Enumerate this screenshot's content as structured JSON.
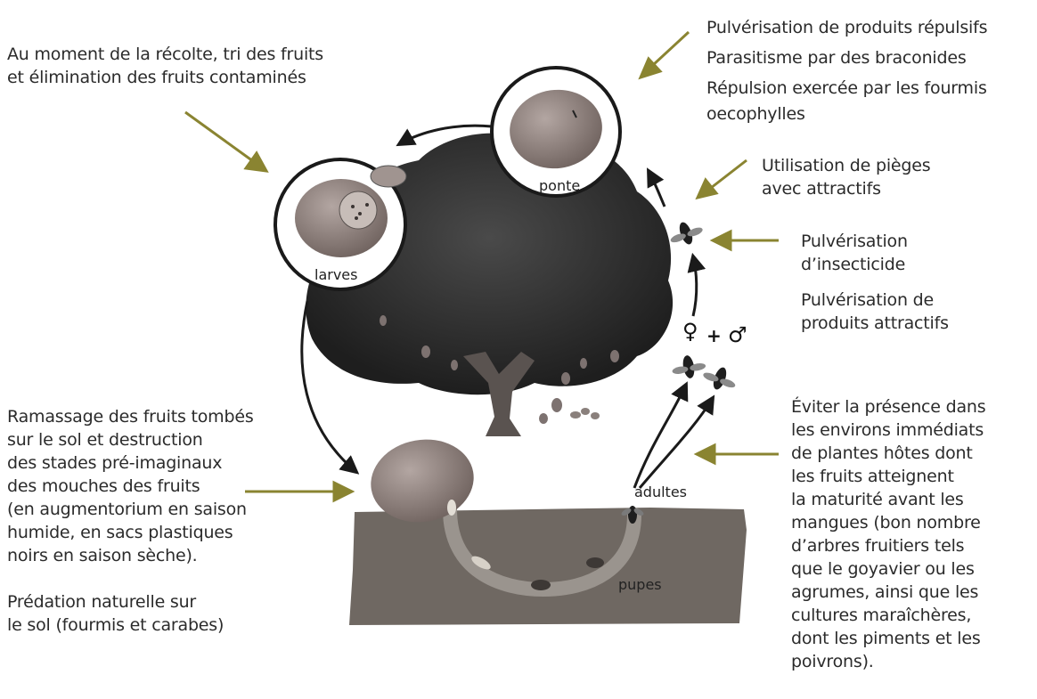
{
  "stages": {
    "ponte": "ponte",
    "larves": "larves",
    "adultes": "adultes",
    "pupes": "pupes",
    "female_symbol": "♀",
    "plus": "+",
    "male_symbol": "♂"
  },
  "annotations": {
    "harvest": {
      "lines": [
        "Au moment de la récolte, tri des fruits",
        "et élimination des fruits contaminés"
      ]
    },
    "egg_laying": {
      "lines": [
        "Pulvérisation de produits répulsifs",
        "Parasitisme par des braconides",
        "Répulsion exercée par les fourmis",
        "oecophylles"
      ]
    },
    "traps": {
      "lines": [
        "Utilisation de pièges",
        "avec attractifs"
      ]
    },
    "insecticide": {
      "lines": [
        "Pulvérisation",
        "d’insecticide"
      ]
    },
    "attractants": {
      "lines": [
        "Pulvérisation de",
        "produits attractifs"
      ]
    },
    "fallen_fruit": {
      "lines": [
        "Ramassage des fruits tombés",
        "sur le sol et destruction",
        "des stades pré-imaginaux",
        "des mouches des fruits",
        "(en augmentorium en saison",
        "humide, en sacs plastiques",
        "noirs en saison sèche)."
      ]
    },
    "predation": {
      "lines": [
        "Prédation naturelle sur",
        "le sol (fourmis et carabes)"
      ]
    },
    "host_plants": {
      "lines": [
        "Éviter la présence dans",
        "les environs immédiats",
        "de plantes hôtes dont",
        "les fruits atteignent",
        "la maturité avant les",
        "mangues (bon nombre",
        "d’arbres fruitiers tels",
        "que le goyavier ou les",
        "agrumes, ainsi que les",
        "cultures maraîchères,",
        "dont les piments et les",
        "poivrons)."
      ]
    }
  },
  "colors": {
    "annotation_arrow": "#8a8431",
    "cycle_arrow": "#1a1a1a",
    "foliage": "#2f2f2f",
    "soil": "#6f6862",
    "fruit": "#8d807c",
    "text": "#2b2b2b"
  }
}
